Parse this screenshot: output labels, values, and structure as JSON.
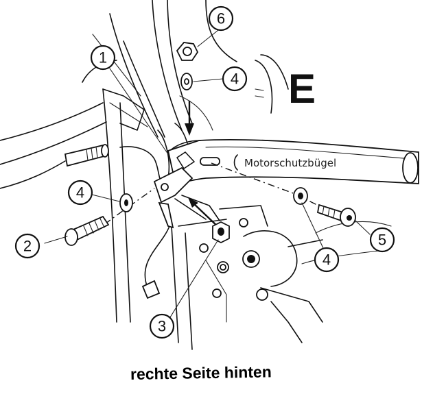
{
  "view_letter": "E",
  "bar_label": "Motorschutzbügel",
  "caption": "rechte Seite hinten",
  "callouts": {
    "c1": "1",
    "c2": "2",
    "c3": "3",
    "c4a": "4",
    "c4b": "4",
    "c4c": "4",
    "c5": "5",
    "c6": "6"
  }
}
